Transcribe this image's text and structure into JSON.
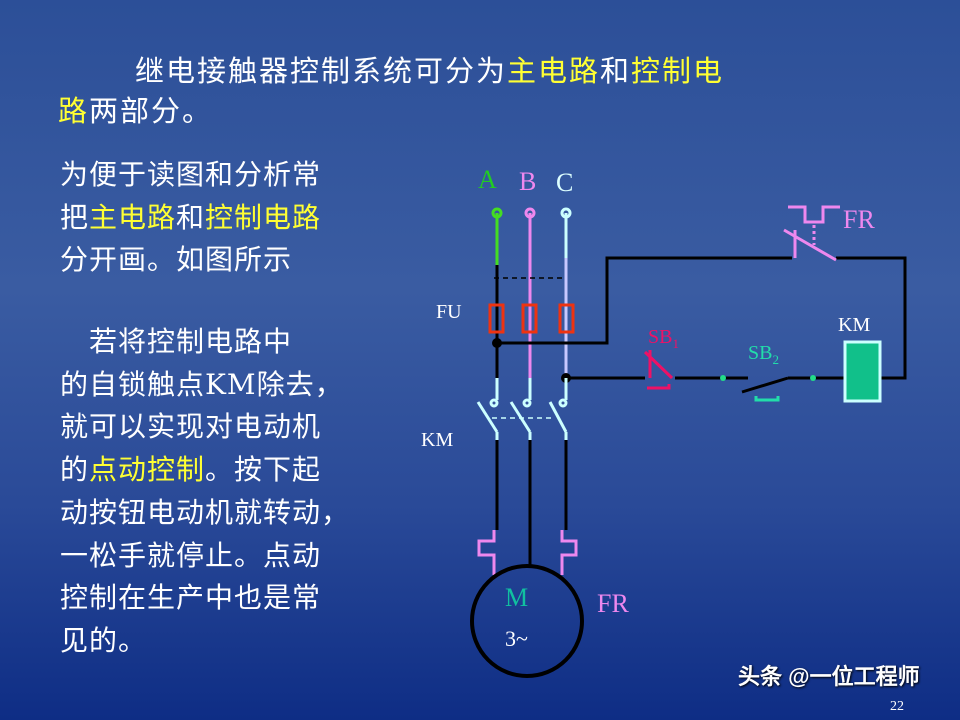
{
  "title": {
    "line1_a": "继电接触器控制系统可分为",
    "line1_b": "主电路",
    "line1_c": "和",
    "line1_d": "控制电",
    "line2_a": "路",
    "line2_b": "两部分。"
  },
  "para1": {
    "l1": "为便于读图和分析常",
    "l2_a": "把",
    "l2_b": "主电路",
    "l2_c": "和",
    "l2_d": "控制电路",
    "l3": "分开画。如图所示"
  },
  "para2": {
    "l1": "　若将控制电路中",
    "l2": "的自锁触点KM除去，",
    "l3": "就可以实现对电动机",
    "l4_a": "的",
    "l4_b": "点动控制",
    "l4_c": "。按下起",
    "l5": "动按钮电动机就转动，",
    "l6": "一松手就停止。点动",
    "l7": "控制在生产中也是常",
    "l8": "见的。"
  },
  "diagram": {
    "phase_a": "A",
    "phase_b": "B",
    "phase_c": "C",
    "fu": "FU",
    "km_main": "KM",
    "km_coil": "KM",
    "fr_contact": "FR",
    "fr_heater": "FR",
    "sb1": "SB",
    "sb1_sub": "1",
    "sb2": "SB",
    "sb2_sub": "2",
    "motor": "M",
    "motor_phase": "3~",
    "colors": {
      "phase_a": "#44dd22",
      "phase_b": "#ee88ee",
      "phase_c": "#ccffff",
      "fuse": "#ee3311",
      "fr": "#ee88ee",
      "sb1": "#ee1166",
      "sb2": "#22ddaa",
      "coil": "#11c08a",
      "wire": "#000000",
      "highlight": "#ffff33"
    }
  },
  "watermark": "头条 @一位工程师",
  "page_number": "22"
}
